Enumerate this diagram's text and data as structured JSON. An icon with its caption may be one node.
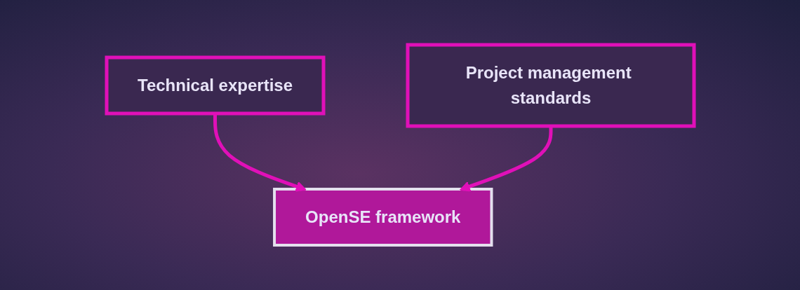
{
  "diagram": {
    "nodes": [
      {
        "text": [
          "Technical expertise"
        ]
      },
      {
        "text": [
          "Project management standards"
        ]
      },
      {
        "text": [
          "OpenSE framework"
        ]
      }
    ],
    "edges": [
      {
        "from": 0,
        "to": 2,
        "arrow": "to"
      },
      {
        "from": 1,
        "to": 2,
        "arrow": "to"
      }
    ]
  }
}
